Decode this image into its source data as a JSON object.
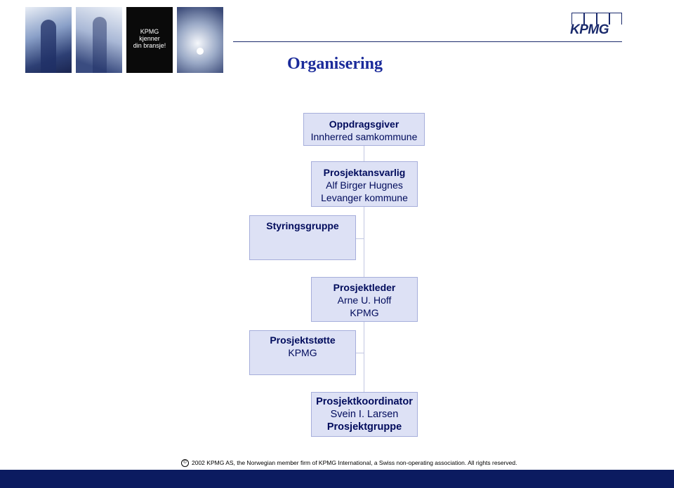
{
  "header": {
    "badge_lines": [
      "KPMG",
      "kjenner",
      "din bransje!"
    ],
    "logo_text": "KPMG"
  },
  "title": "Organisering",
  "org": {
    "oppdragsgiver": {
      "role": "Oppdragsgiver",
      "line": "Innherred samkommune"
    },
    "prosjektansvarlig": {
      "role": "Prosjektansvarlig",
      "name": "Alf Birger Hugnes",
      "org": "Levanger kommune"
    },
    "styringsgruppe": {
      "role": "Styringsgruppe"
    },
    "prosjektleder": {
      "role": "Prosjektleder",
      "name": "Arne U. Hoff",
      "org": "KPMG"
    },
    "prosjektstotte": {
      "role": "Prosjektstøtte",
      "org": "KPMG"
    },
    "koordinator": {
      "role": "Prosjektkoordinator",
      "name": "Svein I. Larsen",
      "group": "Prosjektgruppe"
    }
  },
  "footer": {
    "copyright": "2002 KPMG AS, the Norwegian member firm of KPMG International, a Swiss non-operating association. All rights reserved."
  },
  "colors": {
    "box_fill": "#dde1f5",
    "box_border": "#a6aedb",
    "footer_bar": "#0b1b60",
    "title": "#1a2a9a"
  }
}
